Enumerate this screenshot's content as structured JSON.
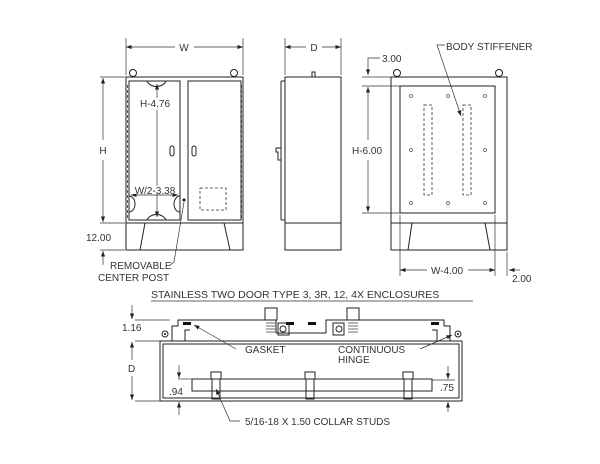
{
  "front_view": {
    "width_label": "W",
    "height_label": "H",
    "inner_height_label": "H-4.76",
    "inner_width_label": "W/2-3.38",
    "base_label": "12.00",
    "center_post_label_1": "REMOVABLE",
    "center_post_label_2": "CENTER POST"
  },
  "side_view": {
    "depth_label": "D"
  },
  "rear_view": {
    "top_offset_label": "3.00",
    "panel_height_label": "H-6.00",
    "panel_width_label": "W-4.00",
    "side_offset_label": "2.00",
    "stiffener_label": "BODY STIFFENER"
  },
  "section_view": {
    "title": "STAINLESS TWO DOOR TYPE 3, 3R, 12, 4X ENCLOSURES",
    "door_offset_label": "1.16",
    "depth_label": "D",
    "left_gap_label": ".94",
    "right_gap_label": ".75",
    "gasket_label": "GASKET",
    "hinge_label_1": "CONTINUOUS",
    "hinge_label_2": "HINGE",
    "studs_label": "5/16-18 X 1.50 COLLAR STUDS"
  }
}
